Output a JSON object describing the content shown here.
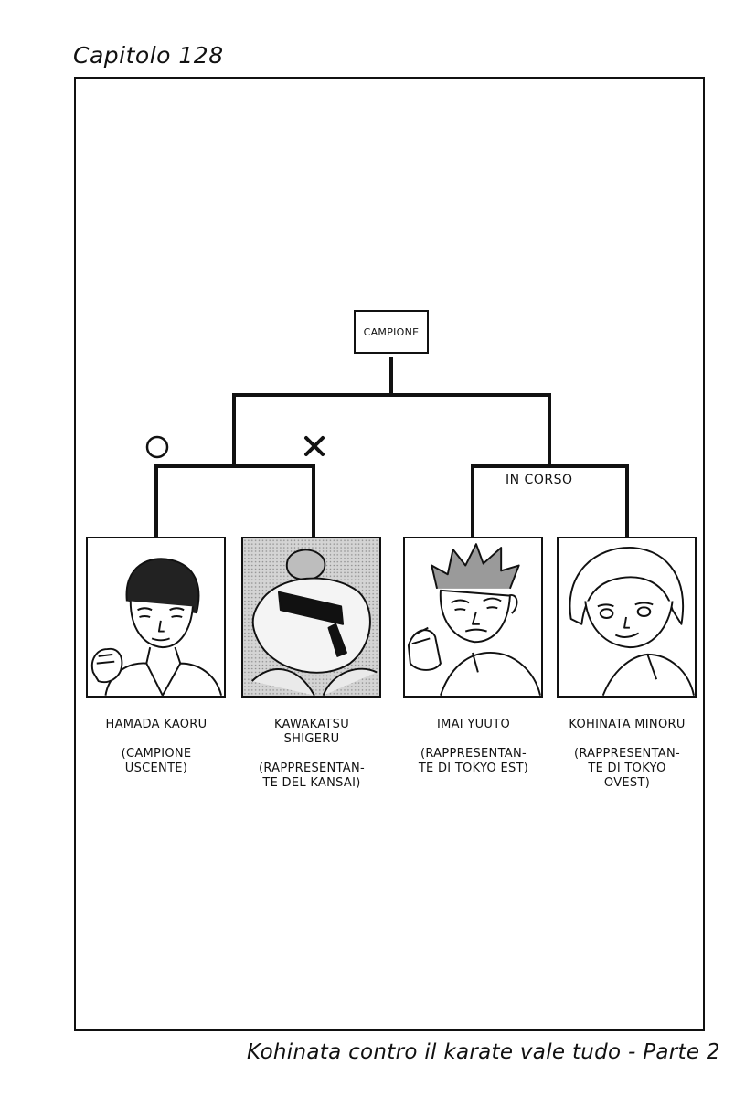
{
  "chapter": {
    "title": "Capitolo 128"
  },
  "bracket": {
    "champion_label": "CAMPIONE",
    "status_label": "IN CORSO",
    "win_mark_icon": "circle-win-icon",
    "loss_mark_icon": "cross-loss-icon"
  },
  "fighters": [
    {
      "name": "HAMADA KAORU",
      "desc": "(CAMPIONE\nUSCENTE)",
      "result": "win"
    },
    {
      "name": "KAWAKATSU\nSHIGERU",
      "desc": "(RAPPRESENTAN-\nTE DEL KANSAI)",
      "result": "loss"
    },
    {
      "name": "IMAI YUUTO",
      "desc": "(RAPPRESENTAN-\nTE DI TOKYO EST)",
      "result": "in-progress"
    },
    {
      "name": "KOHINATA MINORU",
      "desc": "(RAPPRESENTAN-\nTE DI TOKYO\nOVEST)",
      "result": "in-progress"
    }
  ],
  "footer": {
    "episode_title": "Kohinata contro il karate vale tudo - Parte 2"
  },
  "colors": {
    "ink": "#111111",
    "paper": "#ffffff",
    "screentone": "#cfcfcf"
  }
}
